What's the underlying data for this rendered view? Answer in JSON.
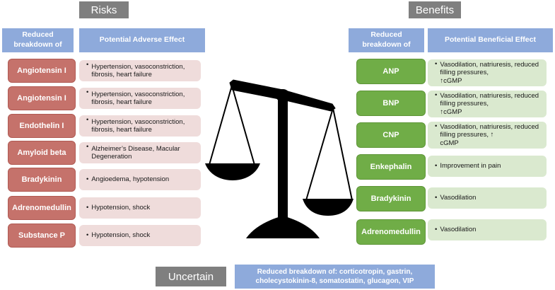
{
  "risks": {
    "title": "Risks",
    "header_left": "Reduced breakdown of",
    "header_right": "Potential Adverse Effect",
    "rows": [
      {
        "peptide": "Angiotensin I",
        "effect": "Hypertension, vasoconstriction, fibrosis, heart failure"
      },
      {
        "peptide": "Angiotensin I",
        "effect": "Hypertension, vasoconstriction, fibrosis, heart failure"
      },
      {
        "peptide": "Endothelin I",
        "effect": "Hypertension, vasoconstriction, fibrosis, heart failure"
      },
      {
        "peptide": "Amyloid beta",
        "effect": "Alzheimer’s Disease, Macular Degeneration"
      },
      {
        "peptide": "Bradykinin",
        "effect": "Angioedema, hypotension"
      },
      {
        "peptide": "Adrenomedullin",
        "effect": "Hypotension, shock"
      },
      {
        "peptide": "Substance P",
        "effect": "Hypotension, shock"
      }
    ]
  },
  "benefits": {
    "title": "Benefits",
    "header_left": "Reduced breakdown of",
    "header_right": "Potential Beneficial Effect",
    "rows": [
      {
        "peptide": "ANP",
        "effect": "Vasodilation, natriuresis, reduced filling pressures,",
        "effect_tail": "cGMP",
        "arrow": "↑",
        "arrow_same_line": false
      },
      {
        "peptide": "BNP",
        "effect": "Vasodilation, natriuresis, reduced filling pressures,",
        "effect_tail": "cGMP",
        "arrow": "↑",
        "arrow_same_line": false
      },
      {
        "peptide": "CNP",
        "effect": "Vasodilation, natriuresis, reduced filling pressures,",
        "effect_tail": "cGMP",
        "arrow": "↑",
        "arrow_same_line": true
      },
      {
        "peptide": "Enkephalin",
        "effect": "Improvement in pain"
      },
      {
        "peptide": "Bradykinin",
        "effect": "Vasodilation"
      },
      {
        "peptide": "Adrenomedullin",
        "effect": "Vasodilation"
      }
    ]
  },
  "uncertain": {
    "title": "Uncertain",
    "text": "Reduced breakdown of: corticotropin, gastrin, cholecystokinin-8, somatostatin, glucagon, VIP"
  },
  "bullet_char": "•",
  "colors": {
    "title_tag": "#7f7f7f",
    "header": "#8eaadb",
    "risk_chip": "#c5726b",
    "risk_effect": "#efdcdb",
    "benefit_chip": "#70ad47",
    "benefit_effect": "#dae9cf",
    "scale": "#000000"
  },
  "icons": {
    "scale": "balance-scale-icon"
  }
}
